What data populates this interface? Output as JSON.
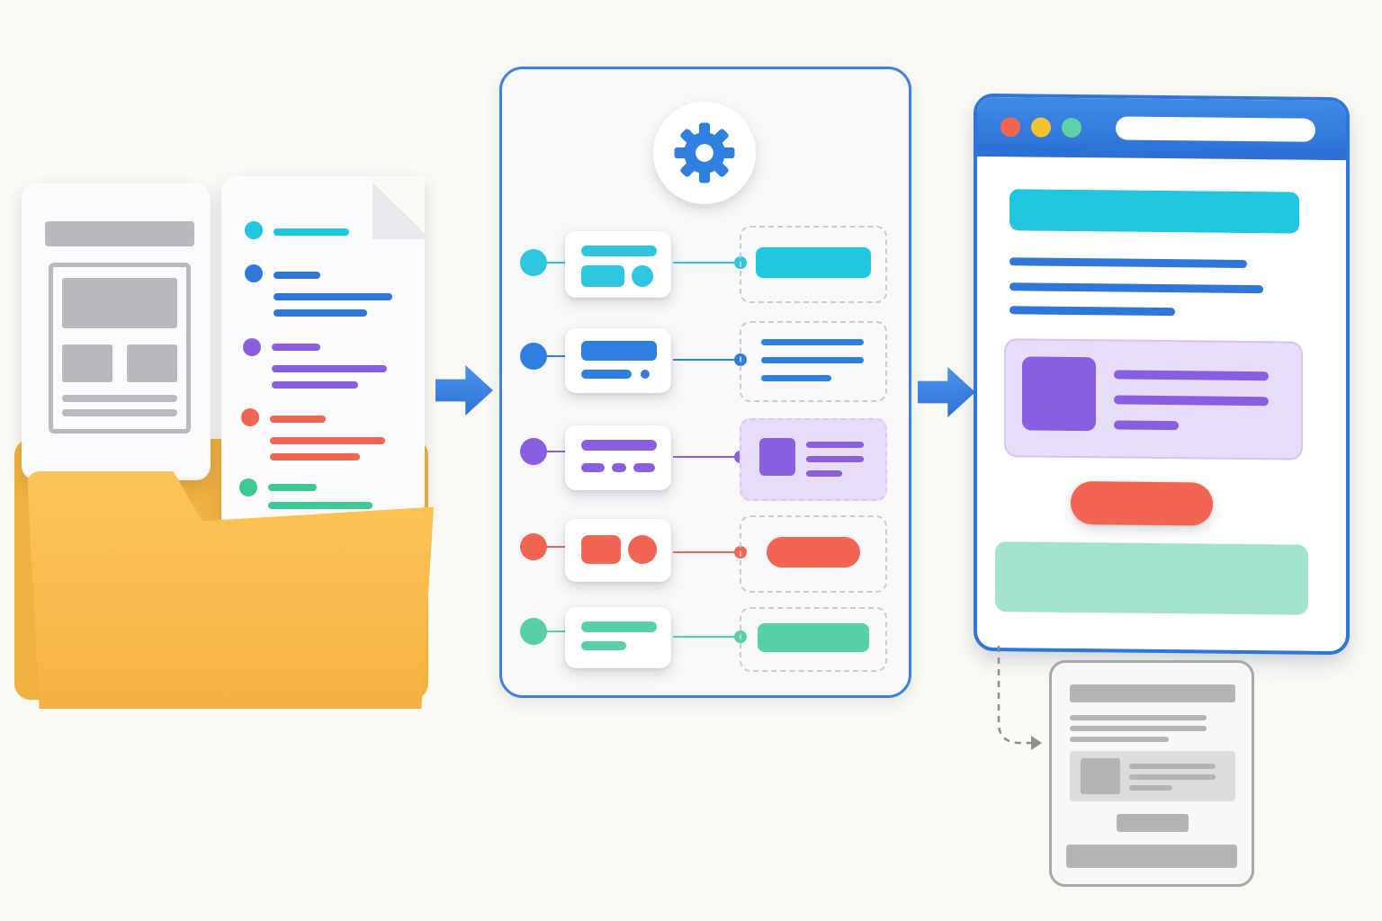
{
  "diagram": {
    "stages": [
      "sources",
      "processor",
      "output",
      "wireframe"
    ],
    "colors": {
      "blue": "#2f76d8",
      "cyan": "#1fc6de",
      "purple": "#8a5ee0",
      "red": "#f26552",
      "green": "#5fd1a6",
      "folder": "#f6b241",
      "grey": "#b4b4b4"
    },
    "icons": {
      "flow_arrow": "right-arrow-icon",
      "gear": "gear-icon",
      "folder": "folder-icon",
      "document": "document-icon"
    },
    "processor_rows": [
      {
        "color": "#2ec7df",
        "target": "cyan-button"
      },
      {
        "color": "#2f7fe0",
        "target": "text-lines"
      },
      {
        "color": "#8a5ee0",
        "target": "media-card"
      },
      {
        "color": "#f26552",
        "target": "red-button"
      },
      {
        "color": "#56d0a4",
        "target": "green-button"
      }
    ],
    "browser_dots": [
      "#f26552",
      "#f6c232",
      "#5fd1a6"
    ]
  }
}
